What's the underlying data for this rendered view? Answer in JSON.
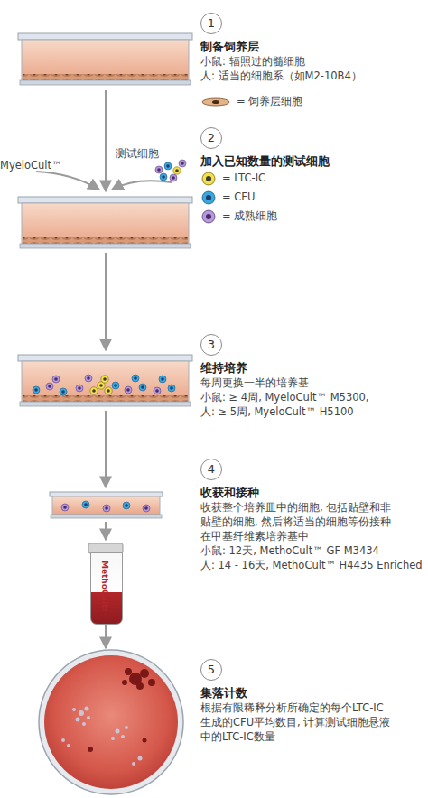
{
  "diagram": {
    "nodes": [
      {
        "text": [
          "1",
          "制备饲养层",
          "小鼠: 辐照过的髓细胞",
          "人: 适当的细胞系（如M2-10B4）"
        ]
      },
      {
        "text": [
          "2",
          "加入已知数量的测试细胞"
        ]
      },
      {
        "text": [
          "3",
          "维持培养",
          "每周更换一半的培养基",
          "小鼠: ≥ 4周, MyeloCult™ M5300,",
          "人: ≥ 5周, MyeloCult™ H5100"
        ]
      },
      {
        "text": [
          "4",
          "收获和接种",
          "收获整个培养皿中的细胞, 包括贴壁和非贴壁的细胞, 然后将适当的细胞等份接种在甲基纤维素培养基中",
          "小鼠: 12天, MethoCult™ GF M3434",
          "人: 14 - 16天, MethoCult™ H4435 Enriched"
        ]
      },
      {
        "text": [
          "5",
          "集落计数",
          "根据有限稀释分析所确定的每个LTC-IC生成的CFU平均数目, 计算测试细胞悬液中的LTC-IC数量"
        ]
      },
      {
        "text": [
          "MethoCult™"
        ]
      }
    ],
    "labels": [
      "MyeloCult™",
      "测试细胞"
    ],
    "legend": [
      {
        "text": "= 饲养层细胞"
      },
      {
        "text": "= LTC-IC"
      },
      {
        "text": "= CFU"
      },
      {
        "text": "= 成熟细胞"
      }
    ]
  }
}
